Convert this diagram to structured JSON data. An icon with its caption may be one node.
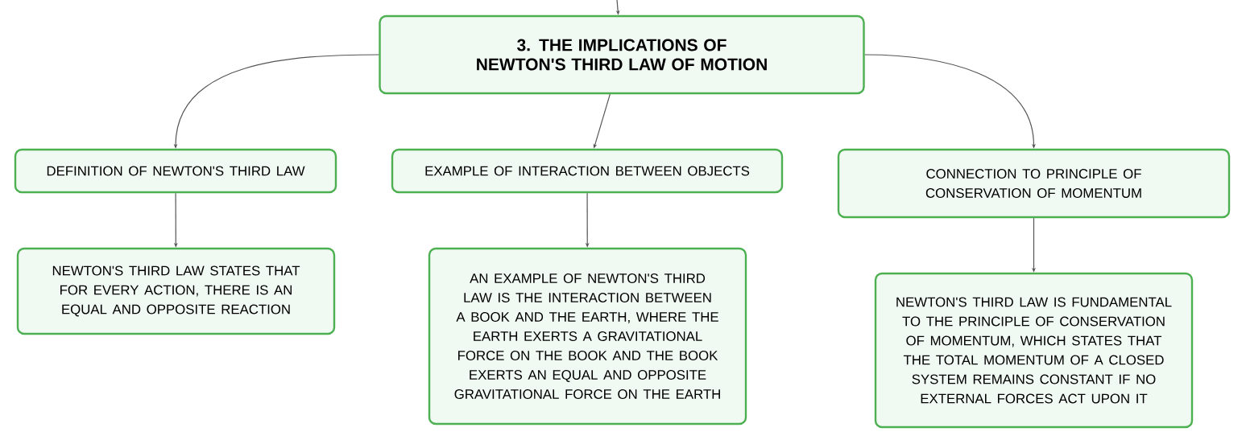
{
  "diagram": {
    "nodes": [
      {
        "text": [
          "3. THE IMPLICATIONS OF NEWTON'S THIRD LAW OF MOTION"
        ]
      },
      {
        "text": [
          "DEFINITION OF NEWTON'S THIRD LAW"
        ]
      },
      {
        "text": [
          "EXAMPLE OF INTERACTION BETWEEN OBJECTS"
        ]
      },
      {
        "text": [
          "CONNECTION TO PRINCIPLE OF CONSERVATION OF MOMENTUM"
        ]
      },
      {
        "text": [
          "NEWTON'S THIRD LAW STATES THAT FOR EVERY ACTION, THERE IS AN EQUAL AND OPPOSITE REACTION"
        ]
      },
      {
        "text": [
          "AN EXAMPLE OF NEWTON'S THIRD LAW IS THE INTERACTION BETWEEN A BOOK AND THE EARTH, WHERE THE EARTH EXERTS A GRAVITATIONAL FORCE ON THE BOOK AND THE BOOK EXERTS AN EQUAL AND OPPOSITE GRAVITATIONAL FORCE ON THE EARTH"
        ]
      },
      {
        "text": [
          "NEWTON'S THIRD LAW IS FUNDAMENTAL TO THE PRINCIPLE OF CONSERVATION OF MOMENTUM, WHICH STATES THAT THE TOTAL MOMENTUM OF A CLOSED SYSTEM REMAINS CONSTANT IF NO EXTERNAL FORCES ACT UPON IT"
        ]
      }
    ],
    "edges": [
      {
        "from": null,
        "to": 0,
        "arrow": "to"
      },
      {
        "from": 0,
        "to": 1,
        "arrow": "to"
      },
      {
        "from": 0,
        "to": 2,
        "arrow": "to"
      },
      {
        "from": 0,
        "to": 3,
        "arrow": "to"
      },
      {
        "from": 1,
        "to": 4,
        "arrow": "to"
      },
      {
        "from": 2,
        "to": 5,
        "arrow": "to"
      },
      {
        "from": 3,
        "to": 6,
        "arrow": "to"
      }
    ]
  }
}
